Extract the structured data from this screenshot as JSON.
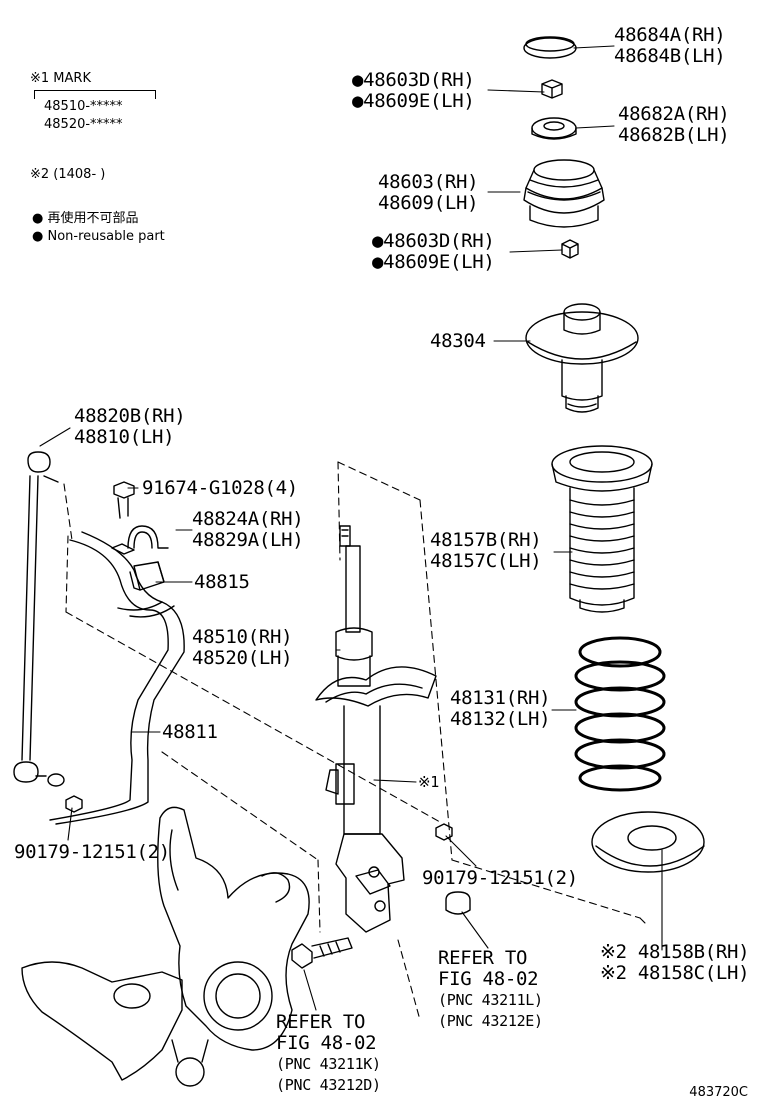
{
  "notes": {
    "mark_title": "※1 MARK",
    "mark_line1": "48510-*****",
    "mark_line2": "48520-*****",
    "date_note": "※2 (1408-      )",
    "nonreusable_jp": "● 再使用不可部品",
    "nonreusable_en": "● Non-reusable part"
  },
  "labels": {
    "p48684": [
      "48684A(RH)",
      "48684B(LH)"
    ],
    "p48603d_top": [
      "●48603D(RH)",
      "●48609E(LH)"
    ],
    "p48682": [
      "48682A(RH)",
      "48682B(LH)"
    ],
    "p48603": [
      "48603(RH)",
      "48609(LH)"
    ],
    "p48603d_bot": [
      "●48603D(RH)",
      "●48609E(LH)"
    ],
    "p48304": "48304",
    "p48820": [
      "48820B(RH)",
      "48810(LH)"
    ],
    "p91674": "91674-G1028(4)",
    "p48824": [
      "48824A(RH)",
      "48829A(LH)"
    ],
    "p48815": "48815",
    "p48157": [
      "48157B(RH)",
      "48157C(LH)"
    ],
    "p48510": [
      "48510(RH)",
      "48520(LH)"
    ],
    "p48131": [
      "48131(RH)",
      "48132(LH)"
    ],
    "p48811": "48811",
    "mark1": "※1",
    "p90179_left": "90179-12151(2)",
    "p90179_right": "90179-12151(2)",
    "p48158": [
      "※2 48158B(RH)",
      "※2 48158C(LH)"
    ],
    "refer_right": [
      "REFER TO",
      "FIG 48-02",
      "(PNC 43211L)",
      "(PNC 43212E)"
    ],
    "refer_left": [
      "REFER TO",
      "FIG 48-02",
      "(PNC 43211K)",
      "(PNC 43212D)"
    ]
  },
  "figure_number": "483720C"
}
